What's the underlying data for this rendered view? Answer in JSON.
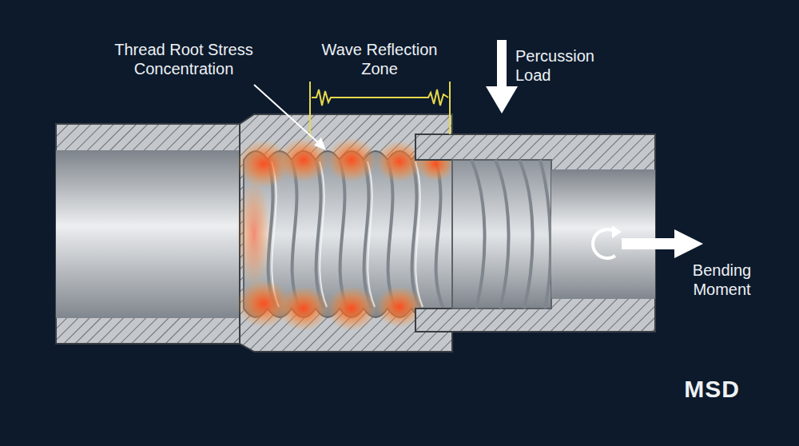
{
  "diagram": {
    "labels": [
      "Thread Root Stress Concentration",
      "Wave Reflection Zone",
      "Percussion Load",
      "Bending Moment",
      "MSD"
    ]
  }
}
